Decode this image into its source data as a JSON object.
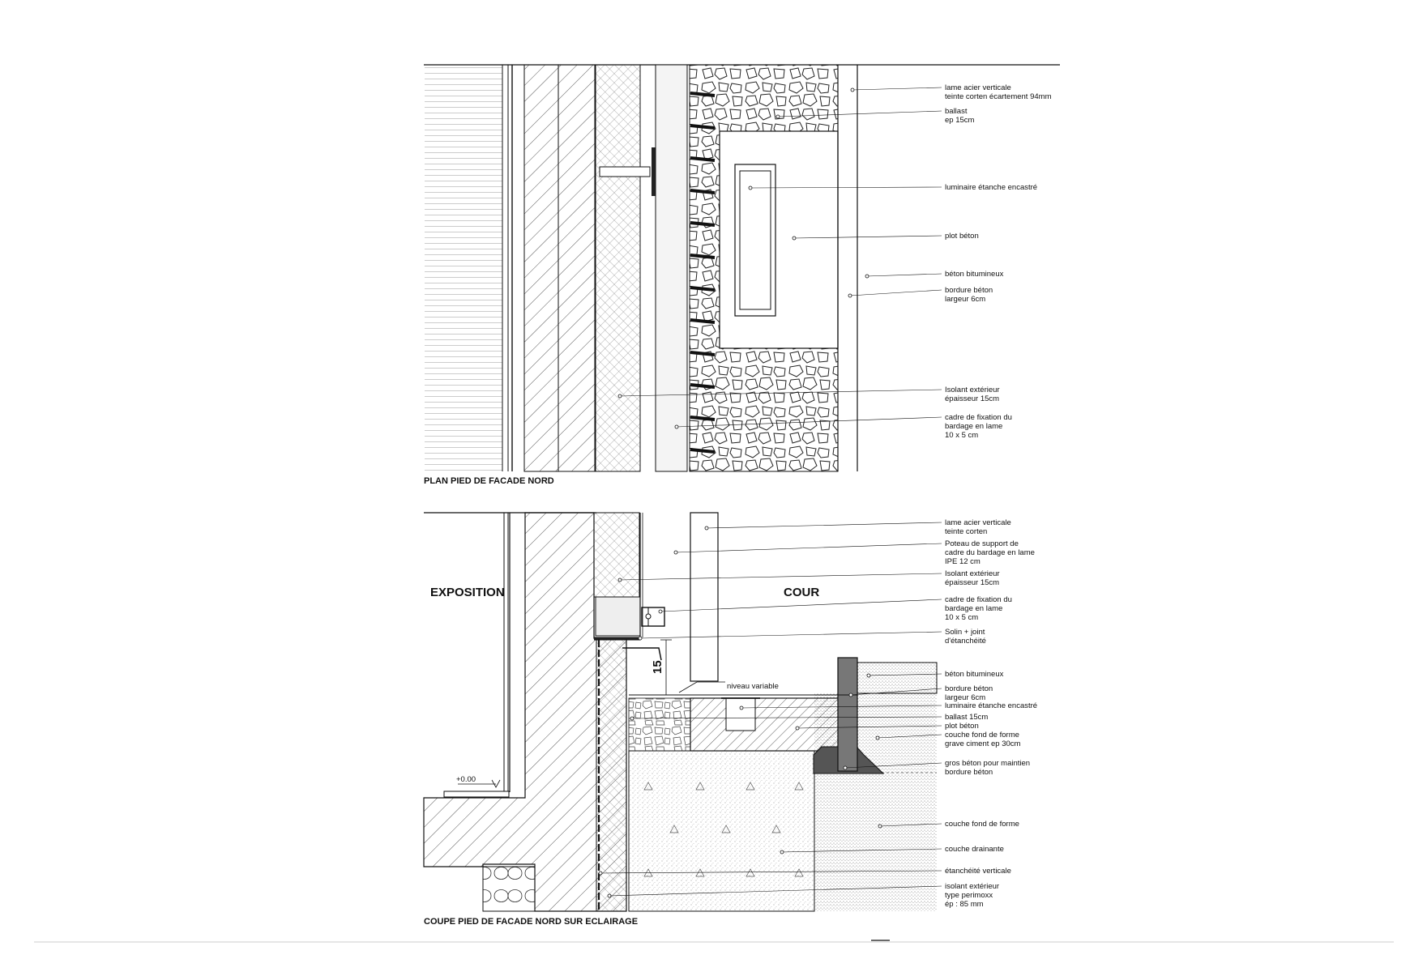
{
  "plan": {
    "title": "PLAN PIED DE FACADE NORD",
    "labels": [
      {
        "id": "p1",
        "lines": [
          "lame acier verticale",
          "teinte corten écartement 94mm"
        ]
      },
      {
        "id": "p2",
        "lines": [
          "ballast",
          "ep 15cm"
        ]
      },
      {
        "id": "p3",
        "lines": [
          "luminaire étanche encastré"
        ]
      },
      {
        "id": "p4",
        "lines": [
          "plot béton"
        ]
      },
      {
        "id": "p5",
        "lines": [
          "béton bitumineux"
        ]
      },
      {
        "id": "p6",
        "lines": [
          "bordure béton",
          "largeur 6cm"
        ]
      },
      {
        "id": "p7",
        "lines": [
          "Isolant extérieur",
          "épaisseur 15cm"
        ]
      },
      {
        "id": "p8",
        "lines": [
          "cadre de fixation du",
          "bardage en lame",
          "10 x 5 cm"
        ]
      }
    ]
  },
  "section": {
    "title": "COUPE PIED DE FACADE NORD SUR ECLAIRAGE",
    "room_left": "EXPOSITION",
    "room_right": "COUR",
    "dim_value": "15",
    "level_mark": "+0.00",
    "variable_level": "niveau variable",
    "labels": [
      {
        "id": "s1",
        "lines": [
          "lame acier verticale",
          "teinte corten"
        ]
      },
      {
        "id": "s2",
        "lines": [
          "Poteau de support de",
          "cadre du bardage en lame",
          "IPE 12 cm"
        ]
      },
      {
        "id": "s3",
        "lines": [
          "Isolant extérieur",
          "épaisseur 15cm"
        ]
      },
      {
        "id": "s4",
        "lines": [
          "cadre de fixation du",
          "bardage en lame",
          "10 x 5 cm"
        ]
      },
      {
        "id": "s5",
        "lines": [
          "Solin + joint",
          "d'étanchéité"
        ]
      },
      {
        "id": "s6",
        "lines": [
          "béton bitumineux"
        ]
      },
      {
        "id": "s7",
        "lines": [
          "bordure béton",
          "largeur 6cm"
        ]
      },
      {
        "id": "s8",
        "lines": [
          "luminaire étanche encastré"
        ]
      },
      {
        "id": "s9",
        "lines": [
          "ballast 15cm"
        ]
      },
      {
        "id": "s10",
        "lines": [
          "plot béton"
        ]
      },
      {
        "id": "s11",
        "lines": [
          "couche fond de forme",
          "grave ciment ep 30cm"
        ]
      },
      {
        "id": "s12",
        "lines": [
          "gros béton pour maintien",
          "bordure béton"
        ]
      },
      {
        "id": "s13",
        "lines": [
          "couche fond de forme"
        ]
      },
      {
        "id": "s14",
        "lines": [
          "couche drainante"
        ]
      },
      {
        "id": "s15",
        "lines": [
          "étanchéité verticale"
        ]
      },
      {
        "id": "s16",
        "lines": [
          "isolant extérieur",
          "type perimoxx",
          "ép : 85 mm"
        ]
      }
    ]
  },
  "colors": {
    "line": "#111111",
    "hatch": "#444444",
    "post_fill": "#777777",
    "footing_fill": "#555555"
  }
}
